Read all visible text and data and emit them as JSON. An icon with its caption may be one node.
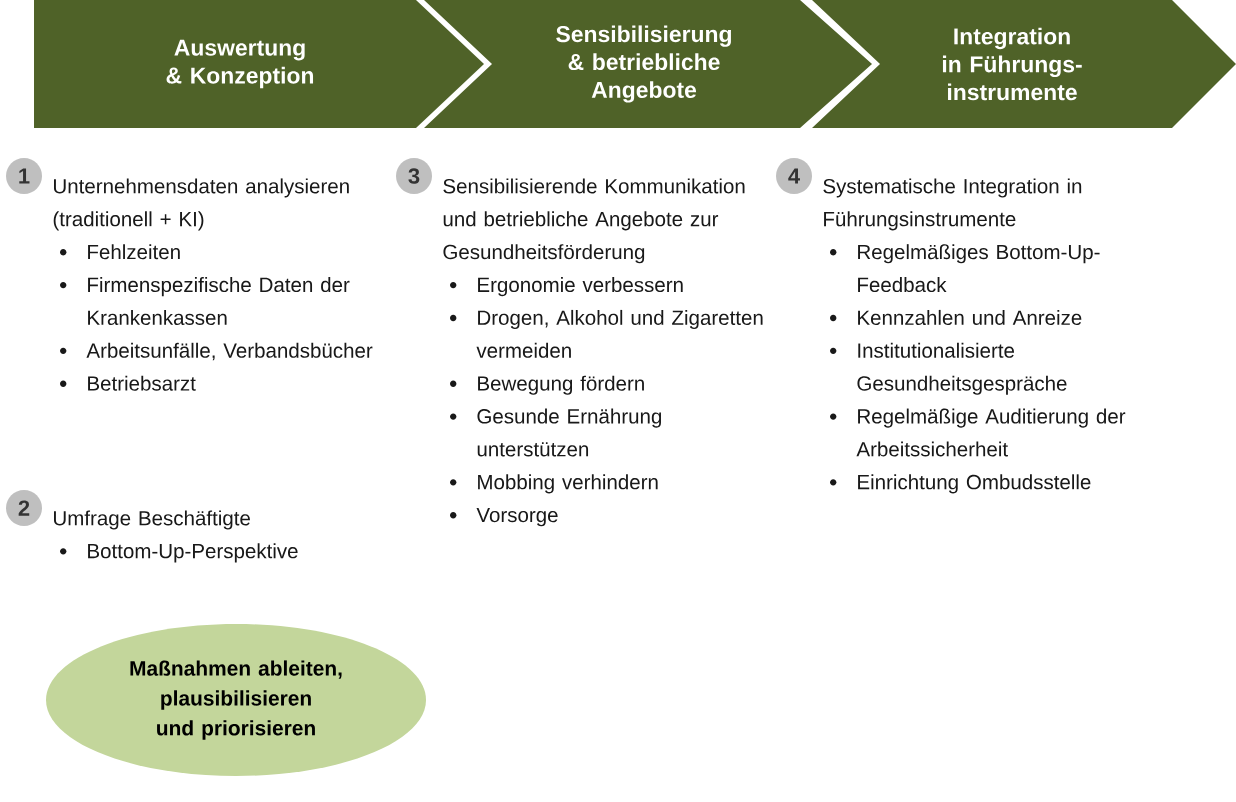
{
  "diagram": {
    "nodes": [
      {
        "text": [
          "Auswertung & Konzeption"
        ]
      },
      {
        "text": [
          "Sensibilisierung & betriebliche Angebote"
        ]
      },
      {
        "text": [
          "Integration in Führungs-instrumente"
        ]
      },
      {
        "text": [
          "1"
        ],
        "beside": [
          "Unternehmensdaten analysieren (traditionell + KI)",
          "Fehlzeiten",
          "Firmenspezifische Daten der Krankenkassen",
          "Arbeitsunfälle, Verbandsbücher",
          "Betriebsarzt"
        ]
      },
      {
        "text": [
          "2"
        ],
        "beside": [
          "Umfrage Beschäftigte",
          "Bottom-Up-Perspektive"
        ]
      },
      {
        "text": [
          "3"
        ],
        "beside": [
          "Sensibilisierende Kommunikation und betriebliche Angebote zur Gesundheitsförderung",
          "Ergonomie verbessern",
          "Drogen, Alkohol und Zigaretten vermeiden",
          "Bewegung fördern",
          "Gesunde Ernährung unterstützen",
          "Mobbing verhindern",
          "Vorsorge"
        ]
      },
      {
        "text": [
          "4"
        ],
        "beside": [
          "Systematische Integration in Führungsinstrumente",
          "Regelmäßiges Bottom-Up-Feedback",
          "Kennzahlen und Anreize",
          "Institutionalisierte Gesundheitsgespräche",
          "Regelmäßige Auditierung der Arbeitssicherheit",
          "Einrichtung Ombudsstelle"
        ]
      },
      {
        "text": [
          "Maßnahmen ableiten, plausibilisieren und priorisieren"
        ]
      }
    ]
  }
}
